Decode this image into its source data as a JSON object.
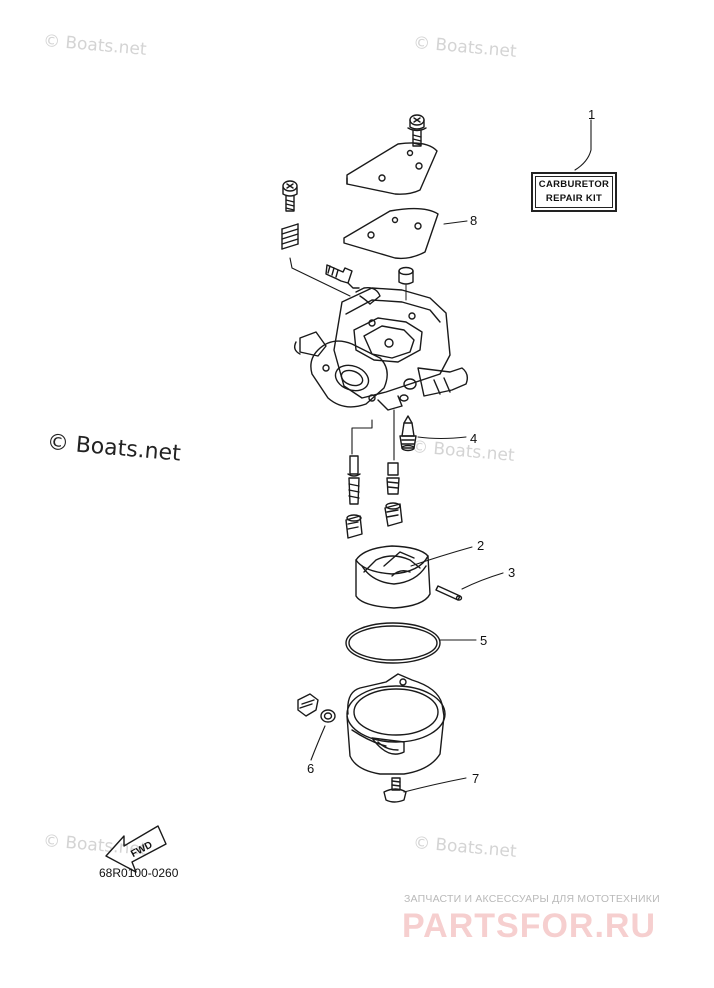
{
  "watermarks": {
    "top_left": "© Boats.net",
    "top_right": "© Boats.net",
    "middle_left": "© Boats.net",
    "middle_right": "© Boats.net",
    "bottom_left": "© Boats.net",
    "bottom_right": "© Boats.net"
  },
  "kit_box": {
    "line1": "CARBURETOR",
    "line2": "REPAIR  KIT"
  },
  "callouts": [
    "1",
    "2",
    "3",
    "4",
    "5",
    "6",
    "7",
    "8"
  ],
  "fwd_label": "FWD",
  "diagram_code": "68R0100-0260",
  "banner": {
    "subtitle": "ЗАПЧАСТИ И АКСЕССУАРЫ ДЛЯ МОТОТЕХНИКИ",
    "logo": "PARTSFOR.RU"
  }
}
